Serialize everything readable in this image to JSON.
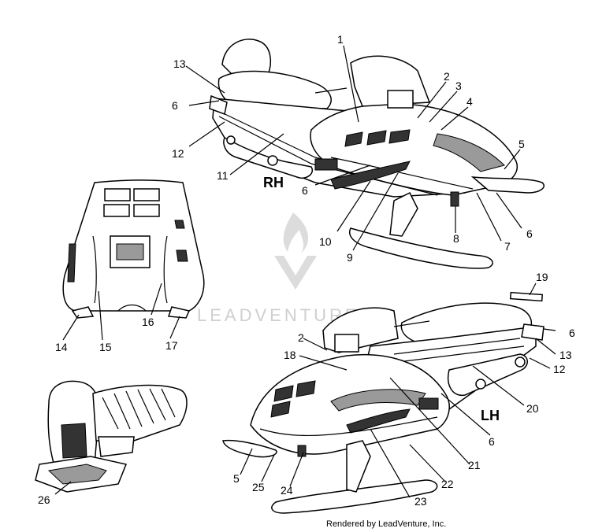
{
  "side_labels": {
    "rh": "RH",
    "lh": "LH"
  },
  "callouts": [
    {
      "id": "c1",
      "text": "1"
    },
    {
      "id": "c2a",
      "text": "2"
    },
    {
      "id": "c3",
      "text": "3"
    },
    {
      "id": "c4",
      "text": "4"
    },
    {
      "id": "c5a",
      "text": "5"
    },
    {
      "id": "c6a",
      "text": "6"
    },
    {
      "id": "c6b",
      "text": "6"
    },
    {
      "id": "c6c",
      "text": "6"
    },
    {
      "id": "c7",
      "text": "7"
    },
    {
      "id": "c8",
      "text": "8"
    },
    {
      "id": "c9",
      "text": "9"
    },
    {
      "id": "c10",
      "text": "10"
    },
    {
      "id": "c11",
      "text": "11"
    },
    {
      "id": "c12a",
      "text": "12"
    },
    {
      "id": "c13a",
      "text": "13"
    },
    {
      "id": "c14",
      "text": "14"
    },
    {
      "id": "c15",
      "text": "15"
    },
    {
      "id": "c16",
      "text": "16"
    },
    {
      "id": "c17",
      "text": "17"
    },
    {
      "id": "c19",
      "text": "19"
    },
    {
      "id": "c6d",
      "text": "6"
    },
    {
      "id": "c13b",
      "text": "13"
    },
    {
      "id": "c12b",
      "text": "12"
    },
    {
      "id": "c2b",
      "text": "2"
    },
    {
      "id": "c18",
      "text": "18"
    },
    {
      "id": "c20",
      "text": "20"
    },
    {
      "id": "c6e",
      "text": "6"
    },
    {
      "id": "c21",
      "text": "21"
    },
    {
      "id": "c22",
      "text": "22"
    },
    {
      "id": "c23",
      "text": "23"
    },
    {
      "id": "c24",
      "text": "24"
    },
    {
      "id": "c25",
      "text": "25"
    },
    {
      "id": "c5b",
      "text": "5"
    },
    {
      "id": "c26",
      "text": "26"
    }
  ],
  "watermark": "LEADVENTURE",
  "credit": "Rendered by LeadVenture, Inc."
}
